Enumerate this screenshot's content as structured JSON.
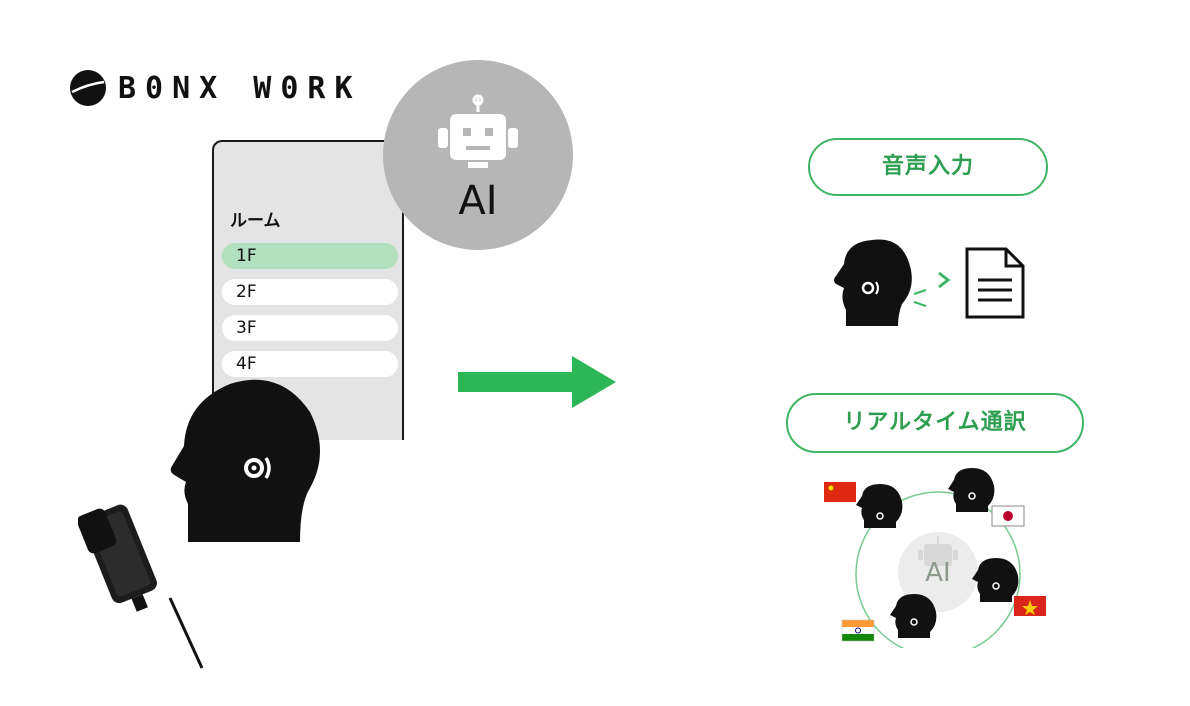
{
  "logo": {
    "text": "B0NX W0RK",
    "icon": "bonx-logo-icon"
  },
  "phone": {
    "room_title": "ルーム",
    "rooms": [
      {
        "label": "1F",
        "active": true
      },
      {
        "label": "2F",
        "active": false
      },
      {
        "label": "3F",
        "active": false
      },
      {
        "label": "4F",
        "active": false
      }
    ]
  },
  "ai": {
    "label": "AI",
    "icon": "robot-icon"
  },
  "arrow": {
    "icon": "arrow-right-icon",
    "color": "#2db655"
  },
  "features": {
    "voice_input": {
      "label": "音声入力",
      "icons": [
        "speaking-head-icon",
        "chevron-right-icon",
        "document-icon"
      ]
    },
    "translation": {
      "label": "リアルタイム通訳",
      "ai_label": "AI",
      "flags": [
        "china-flag-icon",
        "japan-flag-icon",
        "vietnam-flag-icon",
        "india-flag-icon"
      ]
    }
  },
  "colors": {
    "accent": "#3fb563",
    "accent_text": "#2e9e50",
    "room_active": "#b2dfbd",
    "ai_circle": "#b6b6b6"
  }
}
